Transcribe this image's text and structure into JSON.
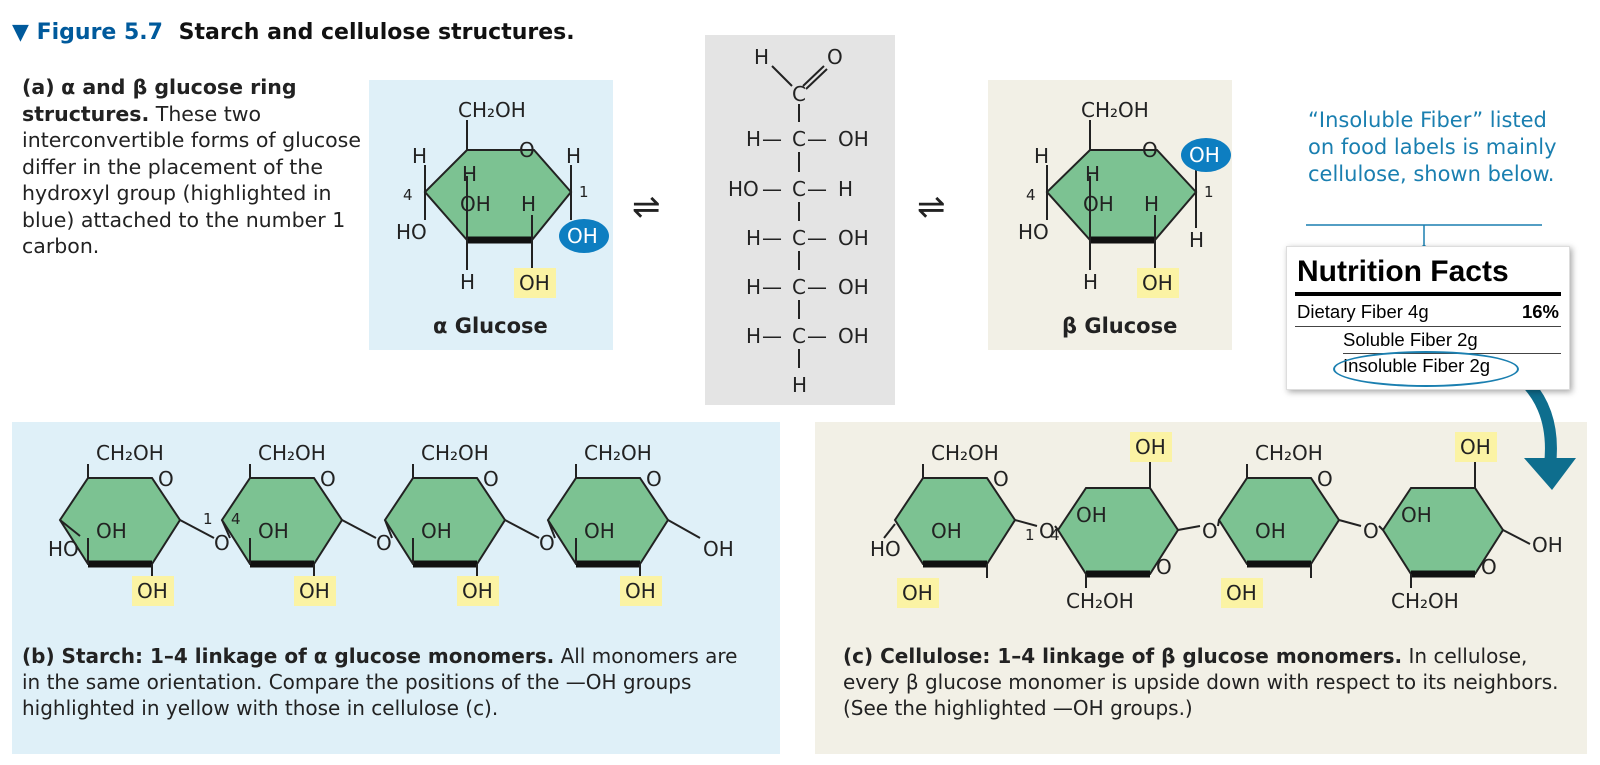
{
  "figure": {
    "marker": "▼",
    "number": "Figure 5.7",
    "title": "Starch and cellulose structures."
  },
  "panel_a": {
    "label": "(a)",
    "heading": "α and β glucose ring structures.",
    "text": "These two interconvertible forms of glucose differ in the placement of the hydroxyl group (highlighted in blue) attached to the number 1 carbon."
  },
  "alpha_glucose": {
    "name": "α Glucose",
    "ch2oh": "CH₂OH",
    "ring_o": "O",
    "h_left": "H",
    "h_inner": "H",
    "oh_inner": "OH",
    "h_inner2": "H",
    "h_right": "H",
    "c4": "4",
    "c1": "1",
    "ho_left": "HO",
    "oh_c1": "OH",
    "h_bottom": "H",
    "oh_bottom": "OH"
  },
  "linear_glucose": {
    "top_h": "H",
    "top_o": "O",
    "c1": "C",
    "rows": [
      {
        "left": "H",
        "dash_l": "—",
        "c": "C",
        "dash_r": "—",
        "right": "OH"
      },
      {
        "left": "HO",
        "dash_l": "—",
        "c": "C",
        "dash_r": "—",
        "right": "H"
      },
      {
        "left": "H",
        "dash_l": "—",
        "c": "C",
        "dash_r": "—",
        "right": "OH"
      },
      {
        "left": "H",
        "dash_l": "—",
        "c": "C",
        "dash_r": "—",
        "right": "OH"
      },
      {
        "left": "H",
        "dash_l": "—",
        "c": "C",
        "dash_r": "—",
        "right": "OH"
      }
    ],
    "bottom_h": "H"
  },
  "equilibrium_symbol": "⇌",
  "beta_glucose": {
    "name": "β Glucose",
    "ch2oh": "CH₂OH",
    "ring_o": "O",
    "oh_c1": "OH",
    "h_left": "H",
    "h_inner": "H",
    "oh_inner": "OH",
    "h_inner2": "H",
    "c4": "4",
    "c1": "1",
    "ho_left": "HO",
    "h_c1": "H",
    "h_bottom": "H",
    "oh_bottom": "OH"
  },
  "fiber_note": "“Insoluble Fiber” listed on food labels is mainly cellulose, shown below.",
  "nutrition_facts": {
    "title": "Nutrition Facts",
    "rows": [
      {
        "label": "Dietary Fiber 4g",
        "value": "16%"
      },
      {
        "label": "Soluble Fiber 2g",
        "value": ""
      },
      {
        "label": "Insoluble Fiber 2g",
        "value": ""
      }
    ]
  },
  "starch": {
    "ch2oh": "CH₂OH",
    "ring_o": "O",
    "oh": "OH",
    "ho_end": "HO",
    "oh_end": "OH",
    "bridge_o": "O",
    "num1": "1",
    "num4": "4"
  },
  "panel_b": {
    "heading": "(b) Starch: 1–4 linkage of α glucose monomers.",
    "text": "All monomers are in the same orientation. Compare the positions of the —OH groups highlighted in yellow with those in cellulose (c)."
  },
  "cellulose": {
    "ch2oh": "CH₂OH",
    "ring_o": "O",
    "oh": "OH",
    "ho_end": "HO",
    "oh_end": "OH",
    "bridge_o": "O",
    "num1": "1",
    "num4": "4"
  },
  "panel_c": {
    "heading": "(c) Cellulose: 1–4 linkage of β glucose monomers.",
    "text": "In cellulose, every β glucose monomer is upside down with respect to its neighbors. (See the highlighted —OH groups.)"
  },
  "colors": {
    "ring_fill": "#7cc292",
    "highlight_yellow": "#fbf3a4",
    "highlight_blue": "#0d7ec1",
    "accent_blue": "#005a9c",
    "note_blue": "#1a7fb0",
    "arrow_teal": "#0e6e8e"
  }
}
